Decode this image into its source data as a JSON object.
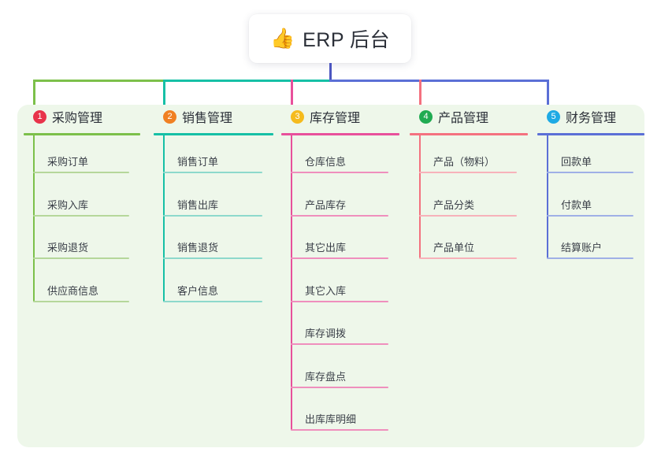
{
  "root": {
    "icon": "thumbs-up-icon",
    "icon_glyph": "👍",
    "title": "ERP 后台",
    "stem_color": "#4c56c0"
  },
  "canvas": {
    "background": "#eef7ea"
  },
  "connector_colors": [
    "#7cc04a",
    "#16c0a6",
    "#e8509b",
    "#f4717f",
    "#5b6fd6"
  ],
  "branches": [
    {
      "number": "1",
      "title": "采购管理",
      "badge_color": "#e8334a",
      "line_color": "#7cc04a",
      "leaf_rule_color": "#b5d79a",
      "items": [
        "采购订单",
        "采购入库",
        "采购退货",
        "供应商信息"
      ]
    },
    {
      "number": "2",
      "title": "销售管理",
      "badge_color": "#f08022",
      "line_color": "#16c0a6",
      "leaf_rule_color": "#8dd9cc",
      "items": [
        "销售订单",
        "销售出库",
        "销售退货",
        "客户信息"
      ]
    },
    {
      "number": "3",
      "title": "库存管理",
      "badge_color": "#f5bb1d",
      "line_color": "#e8509b",
      "leaf_rule_color": "#ef8fbd",
      "items": [
        "仓库信息",
        "产品库存",
        "其它出库",
        "其它入库",
        "库存调拨",
        "库存盘点",
        "出库库明细"
      ]
    },
    {
      "number": "4",
      "title": "产品管理",
      "badge_color": "#20ab52",
      "line_color": "#f4717f",
      "leaf_rule_color": "#f7b2ba",
      "items": [
        "产品（物料）",
        "产品分类",
        "产品单位"
      ]
    },
    {
      "number": "5",
      "title": "财务管理",
      "badge_color": "#1eaae4",
      "line_color": "#5b6fd6",
      "leaf_rule_color": "#9fb0e6",
      "items": [
        "回款单",
        "付款单",
        "结算账户"
      ]
    }
  ]
}
